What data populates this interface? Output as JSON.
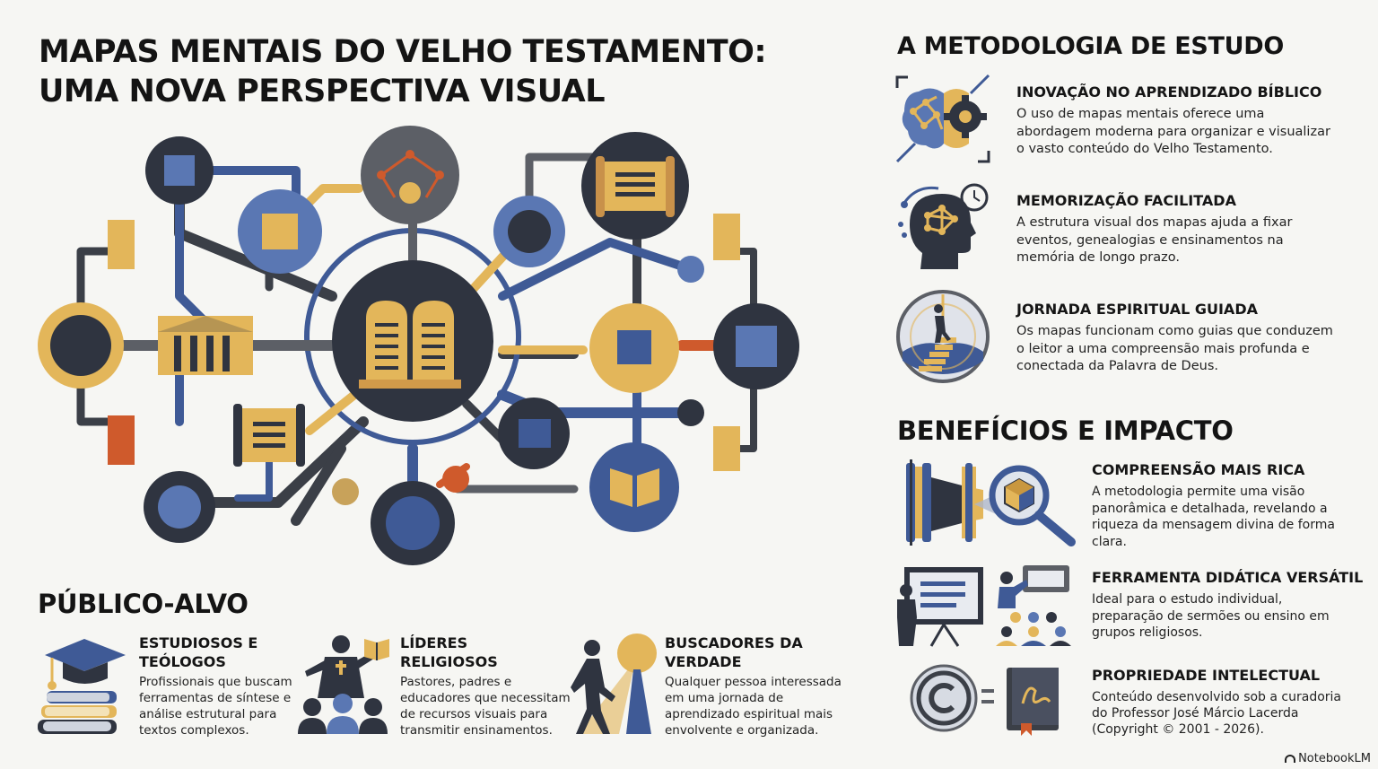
{
  "header": {
    "title_line1": "MAPAS MENTAIS DO VELHO TESTAMENTO:",
    "title_line2": "UMA NOVA PERSPECTIVA VISUAL"
  },
  "colors": {
    "navy": "#2f3440",
    "blue": "#3f5a96",
    "steel": "#5a77b3",
    "gold": "#e3b65a",
    "orange": "#cf5a2c",
    "gray": "#5c5f66"
  },
  "methodology": {
    "title": "A METODOLOGIA DE ESTUDO",
    "items": [
      {
        "icon": "brain-gear-icon",
        "title": "INOVAÇÃO NO APRENDIZADO BÍBLICO",
        "text": [
          "O uso de mapas mentais oferece uma",
          "abordagem moderna para organizar e visualizar",
          "o vasto conteúdo do Velho Testamento."
        ]
      },
      {
        "icon": "head-network-clock-icon",
        "title": "MEMORIZAÇÃO FACILITADA",
        "text": [
          "A estrutura visual dos mapas ajuda a fixar",
          "eventos, genealogias e ensinamentos na",
          "memória de longo prazo."
        ]
      },
      {
        "icon": "stairway-journey-icon",
        "title": "JORNADA ESPIRITUAL GUIADA",
        "text": [
          "Os mapas funcionam como guias que conduzem",
          "o leitor a uma compreensão mais profunda e",
          "conectada da Palavra de Deus."
        ]
      }
    ]
  },
  "benefits": {
    "title": "BENEFÍCIOS E IMPACTO",
    "items": [
      {
        "icon": "scroll-magnifier-icon",
        "title": "COMPREENSÃO MAIS RICA",
        "text": [
          "A metodologia permite uma visão",
          "panorâmica e detalhada, revelando a",
          "riqueza da mensagem divina de forma",
          "clara."
        ]
      },
      {
        "icon": "presentation-teaching-icon",
        "title": "FERRAMENTA DIDÁTICA VERSÁTIL",
        "text": [
          "Ideal para o estudo individual,",
          "preparação de sermões ou ensino em",
          "grupos religiosos."
        ]
      },
      {
        "icon": "copyright-book-icon",
        "title": "PROPRIEDADE INTELECTUAL",
        "text": [
          "Conteúdo desenvolvido sob a curadoria",
          "do Professor José Márcio Lacerda",
          "(Copyright © 2001 - 2026)."
        ]
      }
    ]
  },
  "audience": {
    "title": "PÚBLICO-ALVO",
    "items": [
      {
        "icon": "graduation-books-icon",
        "title": [
          "ESTUDIOSOS E",
          "TEÓLOGOS"
        ],
        "text": [
          "Profissionais que buscam",
          "ferramentas de síntese e",
          "análise estrutural para",
          "textos complexos."
        ]
      },
      {
        "icon": "religious-leader-icon",
        "title": [
          "LÍDERES",
          "RELIGIOSOS"
        ],
        "text": [
          "Pastores, padres e",
          "educadores que necessitam",
          "de recursos visuais para",
          "transmitir ensinamentos."
        ]
      },
      {
        "icon": "seeker-light-icon",
        "title": [
          "BUSCADORES DA",
          "VERDADE"
        ],
        "text": [
          "Qualquer pessoa interessada",
          "em uma jornada de",
          "aprendizado espiritual mais",
          "envolvente e organizada."
        ]
      }
    ]
  },
  "brand": "NotebookLM"
}
